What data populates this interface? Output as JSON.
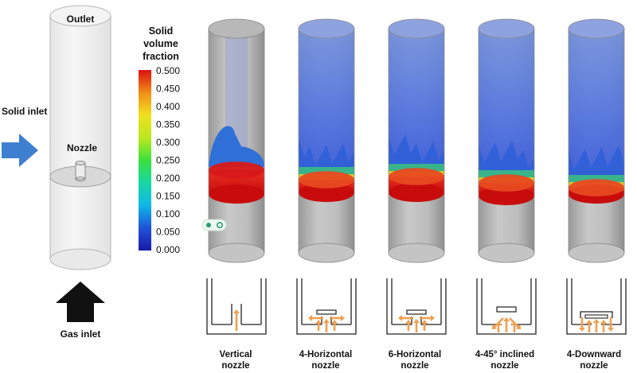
{
  "setup": {
    "outlet": "Outlet",
    "solid_inlet": "Solid inlet",
    "nozzle": "Nozzle",
    "gas_inlet": "Gas inlet"
  },
  "colorbar": {
    "title_lines": [
      "Solid",
      "volume",
      "fraction"
    ],
    "ticks": [
      "0.500",
      "0.450",
      "0.400",
      "0.350",
      "0.300",
      "0.250",
      "0.200",
      "0.150",
      "0.100",
      "0.050",
      "0.000"
    ]
  },
  "nozzles": [
    {
      "line1": "Vertical",
      "line2": "nozzle",
      "type": "vertical"
    },
    {
      "line1": "4-Horizontal",
      "line2": "nozzle",
      "type": "horizontal4"
    },
    {
      "line1": "6-Horizontal",
      "line2": "nozzle",
      "type": "horizontal6"
    },
    {
      "line1": "4-45° inclined",
      "line2": "nozzle",
      "type": "inclined"
    },
    {
      "line1": "4-Downward",
      "line2": "nozzle",
      "type": "downward"
    }
  ],
  "colors": {
    "arrow_blue": "#3f7fd0",
    "gas_arrow": "#111111",
    "nozzle_arrow": "#f0a050",
    "bed_red": "#dd1111",
    "bubble_blue": "#2f66d8"
  }
}
